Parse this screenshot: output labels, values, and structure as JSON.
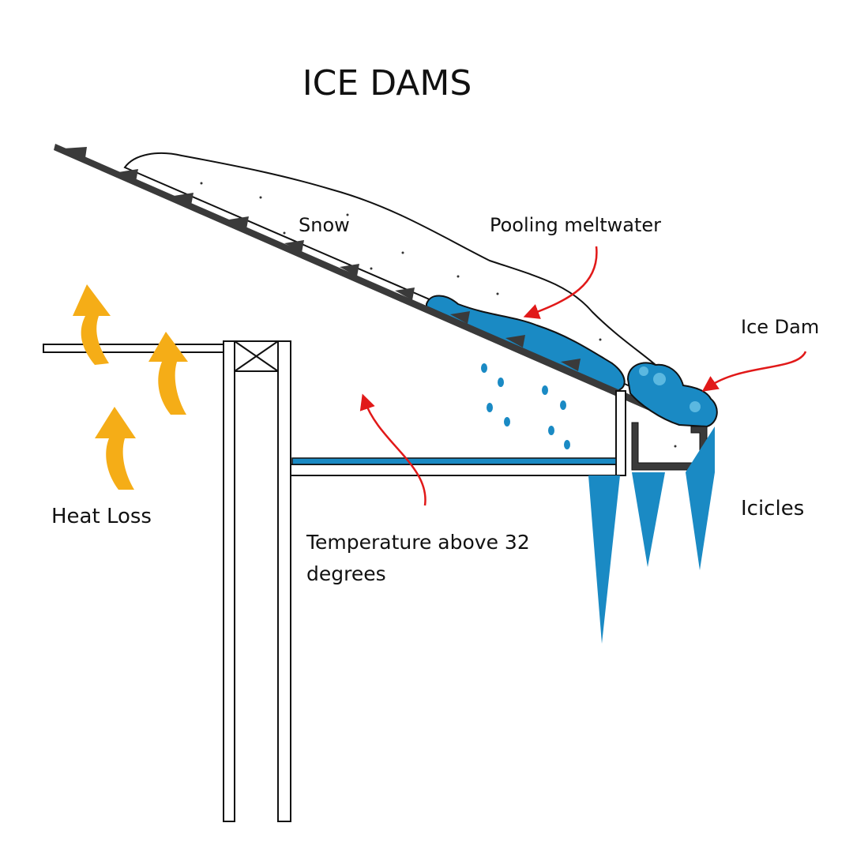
{
  "title": "ICE DAMS",
  "labels": {
    "snow": "Snow",
    "pooling": "Pooling meltwater",
    "ice_dam": "Ice Dam",
    "icicles": "Icicles",
    "heat_loss": "Heat Loss",
    "temp_line1": "Temperature above 32",
    "temp_line2": "degrees"
  },
  "colors": {
    "water": "#1a8ac4",
    "water_light": "#5bb8e0",
    "heat": "#f5ad17",
    "arrow": "#e11919",
    "roof": "#3a3a3a"
  }
}
